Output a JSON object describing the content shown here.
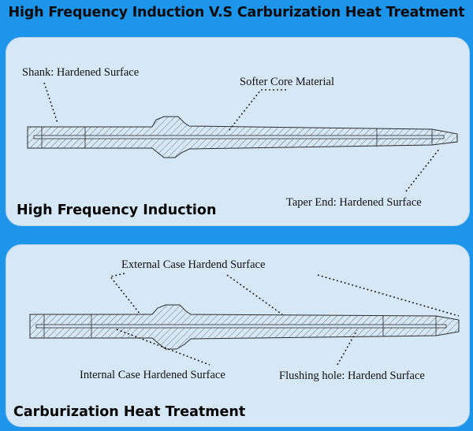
{
  "title": "High Frequency Induction  V.S Carburization Heat Treatment",
  "induction": {
    "heading": "High Frequency Induction",
    "labels": {
      "shank": "Shank: Hardened Surface",
      "core": "Softer Core Material",
      "taper": "Taper End: Hardened Surface"
    }
  },
  "carburization": {
    "heading": "Carburization Heat Treatment",
    "labels": {
      "external": "External Case Hardend Surface",
      "internal": "Internal Case Hardened Surface",
      "flushing": "Flushing hole: Hardend Surface"
    }
  },
  "colors": {
    "background": "#1c95ea",
    "panel": "#d6e8f6",
    "drawing_line": "#2b2b2b",
    "text": "#111111"
  }
}
